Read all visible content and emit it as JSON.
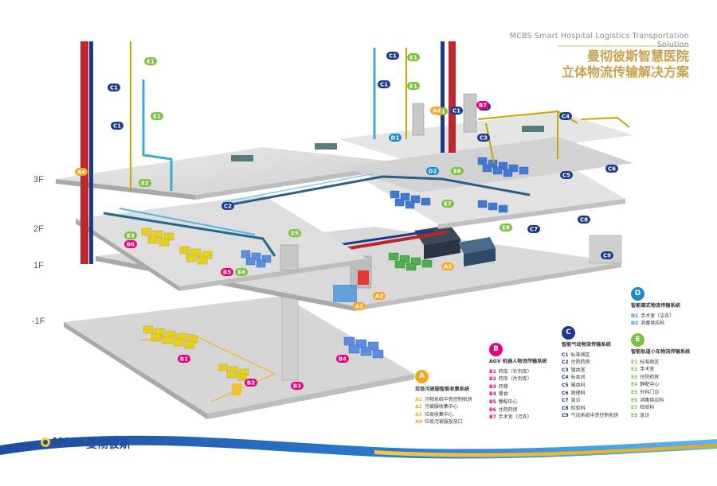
{
  "header": {
    "english_title": "MCBS Smart Hospital Logistics Transportation Solution",
    "chinese_title_line1": "曼彻彼斯智慧医院",
    "chinese_title_line2": "立体物流传输解决方案"
  },
  "floors": [
    "3F",
    "2F",
    "1F",
    "-1F"
  ],
  "colors": {
    "A": "#f5a623",
    "B": "#e6007e",
    "C": "#1b3a8c",
    "D": "#1e88d2",
    "E": "#7cc242",
    "accent_gold": "#c8a04a",
    "floor_slab": "#dcdcdc"
  },
  "markers": [
    {
      "code": "E1",
      "system": "E"
    },
    {
      "code": "C1",
      "system": "C"
    },
    {
      "code": "E1",
      "system": "E"
    },
    {
      "code": "C1",
      "system": "C"
    },
    {
      "code": "C1",
      "system": "C"
    },
    {
      "code": "E1",
      "system": "E"
    },
    {
      "code": "C1",
      "system": "C"
    },
    {
      "code": "E1",
      "system": "E"
    },
    {
      "code": "C1",
      "system": "C"
    },
    {
      "code": "E1",
      "system": "E"
    },
    {
      "code": "C1",
      "system": "C"
    },
    {
      "code": "B7",
      "system": "B"
    },
    {
      "code": "A4",
      "system": "A"
    },
    {
      "code": "C4",
      "system": "C"
    },
    {
      "code": "C3",
      "system": "C"
    },
    {
      "code": "D1",
      "system": "D"
    },
    {
      "code": "A4",
      "system": "A"
    },
    {
      "code": "E2",
      "system": "E"
    },
    {
      "code": "D2",
      "system": "D"
    },
    {
      "code": "E6",
      "system": "E"
    },
    {
      "code": "C5",
      "system": "C"
    },
    {
      "code": "C6",
      "system": "C"
    },
    {
      "code": "C2",
      "system": "C"
    },
    {
      "code": "E7",
      "system": "E"
    },
    {
      "code": "C8",
      "system": "C"
    },
    {
      "code": "E8",
      "system": "E"
    },
    {
      "code": "C7",
      "system": "C"
    },
    {
      "code": "E3",
      "system": "E"
    },
    {
      "code": "B6",
      "system": "B"
    },
    {
      "code": "E5",
      "system": "E"
    },
    {
      "code": "C9",
      "system": "C"
    },
    {
      "code": "A3",
      "system": "A"
    },
    {
      "code": "B5",
      "system": "B"
    },
    {
      "code": "E4",
      "system": "E"
    },
    {
      "code": "A2",
      "system": "A"
    },
    {
      "code": "A1",
      "system": "A"
    },
    {
      "code": "B1",
      "system": "B"
    },
    {
      "code": "B4",
      "system": "B"
    },
    {
      "code": "B2",
      "system": "B"
    },
    {
      "code": "B3",
      "system": "B"
    }
  ],
  "legend": {
    "A": {
      "badge": "A",
      "title": "垃圾污被服智能收集系统",
      "items": [
        {
          "code": "A1",
          "label": "污物系统中央控制机房"
        },
        {
          "code": "A2",
          "label": "污被服收集中心"
        },
        {
          "code": "A3",
          "label": "垃圾收集中心"
        },
        {
          "code": "A4",
          "label": "垃圾污被服投放口"
        }
      ]
    },
    "B": {
      "badge": "B",
      "title": "AGV 机器人物流传输系统",
      "items": [
        {
          "code": "B1",
          "label": "药库（针剂库）"
        },
        {
          "code": "B2",
          "label": "药库（片剂库）"
        },
        {
          "code": "B3",
          "label": "药梯"
        },
        {
          "code": "B4",
          "label": "餐食"
        },
        {
          "code": "B5",
          "label": "静配中心"
        },
        {
          "code": "B6",
          "label": "住院药房"
        },
        {
          "code": "B7",
          "label": "手术室（污衣）"
        }
      ]
    },
    "C": {
      "badge": "C",
      "title": "智能气动物流传输系统",
      "items": [
        {
          "code": "C1",
          "label": "标准病区"
        },
        {
          "code": "C2",
          "label": "住院药房"
        },
        {
          "code": "C3",
          "label": "镇血室"
        },
        {
          "code": "C4",
          "label": "标本间"
        },
        {
          "code": "C5",
          "label": "输血科"
        },
        {
          "code": "C6",
          "label": "病理科"
        },
        {
          "code": "C7",
          "label": "急诊"
        },
        {
          "code": "C8",
          "label": "检验科"
        },
        {
          "code": "C9",
          "label": "气动系统中央控制机房"
        }
      ]
    },
    "D": {
      "badge": "D",
      "title": "智能箱式物流传输系统",
      "items": [
        {
          "code": "D1",
          "label": "手术室（洁衣）"
        },
        {
          "code": "D2",
          "label": "消毒供应科"
        }
      ]
    },
    "E": {
      "badge": "E",
      "title": "智能轨道小车物流传输系统",
      "items": [
        {
          "code": "E1",
          "label": "标准病区"
        },
        {
          "code": "E2",
          "label": "手术室"
        },
        {
          "code": "E3",
          "label": "住院药房"
        },
        {
          "code": "E4",
          "label": "静配中心"
        },
        {
          "code": "E5",
          "label": "外科门诊"
        },
        {
          "code": "E6",
          "label": "消毒供应科"
        },
        {
          "code": "E7",
          "label": "检验科"
        },
        {
          "code": "E8",
          "label": "急诊"
        }
      ]
    }
  },
  "footer": {
    "logo_latin": "MCBS",
    "logo_chinese": "曼彻彼斯"
  }
}
